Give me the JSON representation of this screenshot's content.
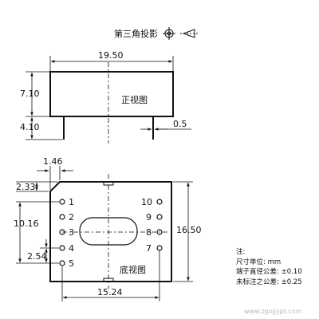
{
  "header": {
    "projection_label": "第三角投影",
    "projection_symbol": "third-angle-projection-icon"
  },
  "front_view": {
    "label": "正视图",
    "width_dim": "19.50",
    "height_dim": "7.10",
    "pin_length_dim": "4.10",
    "pin_width_dim": "0.5"
  },
  "bottom_view": {
    "label": "底视图",
    "dim_top_offset": "1.46",
    "dim_left_offset": "2.33",
    "dim_pin_span": "10.16",
    "dim_pitch": "2.54",
    "dim_height": "16.50",
    "dim_width": "15.24",
    "pins_left": [
      "1",
      "2",
      "3",
      "4",
      "5"
    ],
    "pins_right": [
      "10",
      "9",
      "8",
      "7"
    ]
  },
  "notes": {
    "title": "注:",
    "unit": "尺寸单位: mm",
    "tol_pin": "端子直径公差: ±0.10",
    "tol_general": "未标注之公差: ±0.25"
  },
  "watermark": "www.zgxjjypt.com"
}
